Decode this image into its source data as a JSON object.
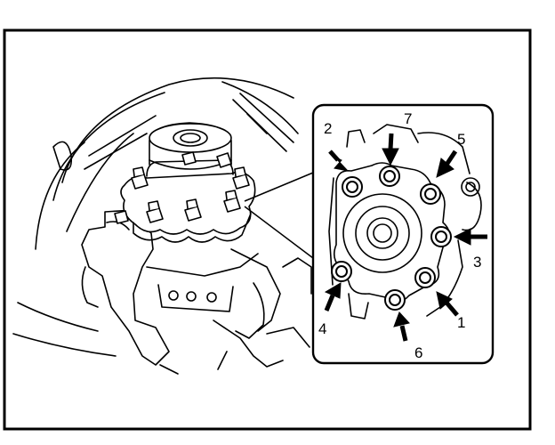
{
  "diagram": {
    "callout_labels": [
      {
        "id": "bolt-2",
        "text": "2"
      },
      {
        "id": "bolt-7",
        "text": "7"
      },
      {
        "id": "bolt-5",
        "text": "5"
      },
      {
        "id": "bolt-3",
        "text": "3"
      },
      {
        "id": "bolt-1",
        "text": "1"
      },
      {
        "id": "bolt-6",
        "text": "6"
      },
      {
        "id": "bolt-4",
        "text": "4"
      }
    ],
    "colors": {
      "line": "#000000",
      "background": "#ffffff"
    }
  }
}
